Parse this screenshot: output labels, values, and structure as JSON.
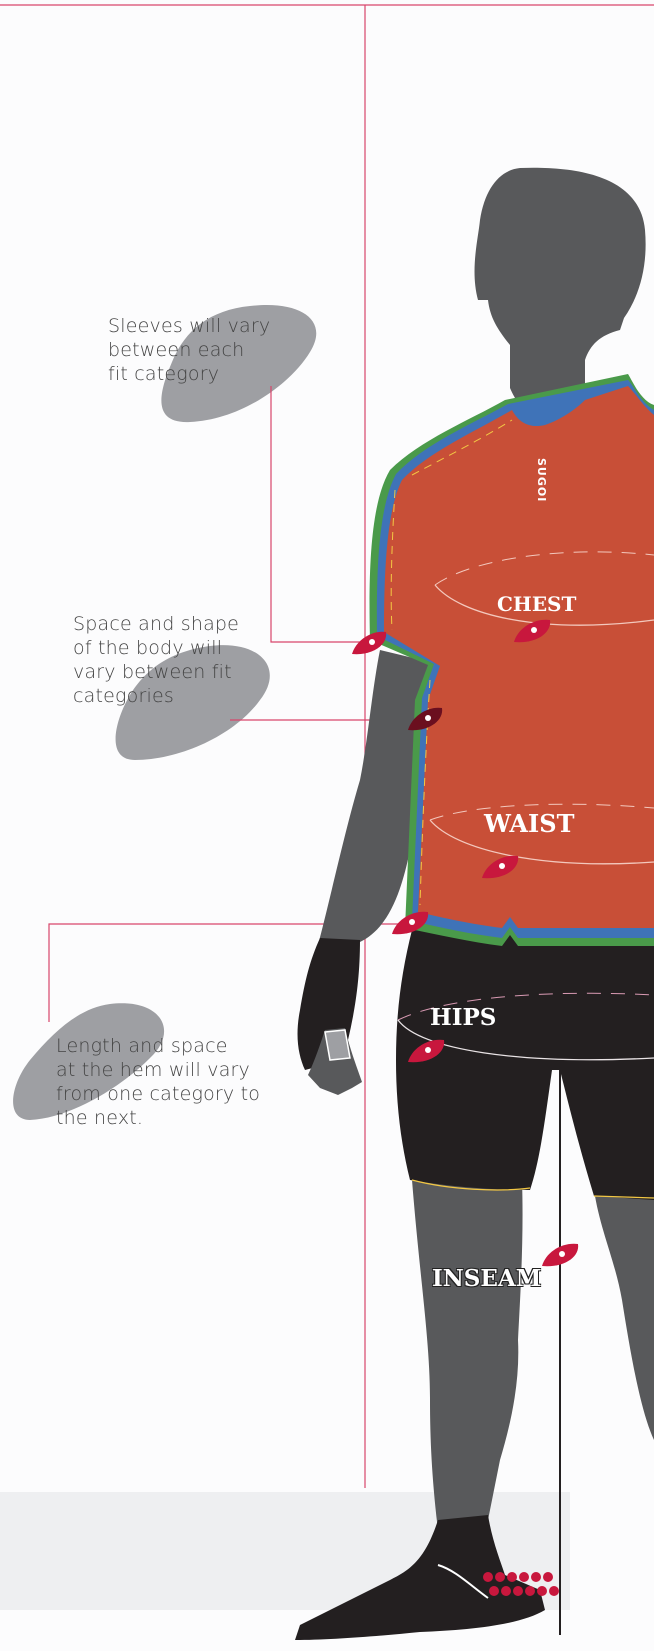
{
  "notes": {
    "sleeves": [
      "Sleeves will vary",
      "between each",
      "fit category"
    ],
    "body": [
      "Space and shape",
      "of the body will",
      "vary between fit",
      "categories"
    ],
    "hem": [
      "Length and space",
      "at the hem will vary",
      "from one category to",
      "the next."
    ]
  },
  "measurements": {
    "chest": "CHEST",
    "waist": "WAIST",
    "hips": "HIPS",
    "inseam": "INSEAM"
  },
  "jersey_brand": "SUGOI",
  "colors": {
    "jersey": "#c84f37",
    "silhouette": "#58595b",
    "shorts": "#231f20",
    "accent_line": "#d8466b",
    "marker": "#c8173d",
    "marker_dark": "#6b0f1f",
    "note_blob": "#9e9fa3",
    "trim_green": "#4a9a4a",
    "trim_blue": "#3f73b8",
    "floor": "#eeeff1"
  }
}
